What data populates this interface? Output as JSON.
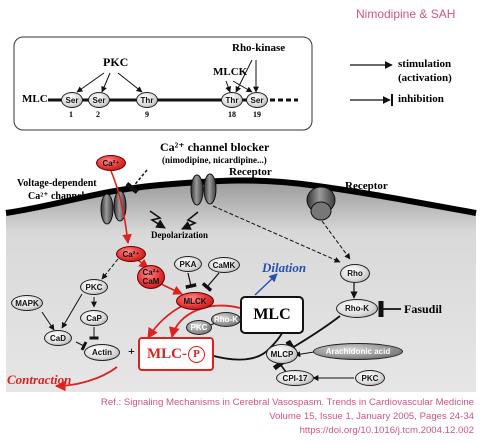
{
  "header_title": "Nimodipine & SAH",
  "legend": {
    "stimulation": "stimulation",
    "activation": "(activation)",
    "inhibition": "inhibition"
  },
  "phospho_panel": {
    "mlc": "MLC",
    "pkc": "PKC",
    "mlck": "MLCK",
    "rho_kinase": "Rho-kinase",
    "sites": [
      {
        "label": "Ser",
        "num": "1"
      },
      {
        "label": "Ser",
        "num": "2"
      },
      {
        "label": "Thr",
        "num": "9"
      },
      {
        "label": "Thr",
        "num": "18"
      },
      {
        "label": "Ser",
        "num": "19"
      }
    ]
  },
  "cell": {
    "ca_channel_blocker": "Ca²⁺ channel blocker",
    "blocker_examples": "(nimodipine, nicardipine...)",
    "vdcc_line1": "Voltage-dependent",
    "vdcc_line2": "Ca²⁺ channel",
    "receptor1": "Receptor",
    "receptor2": "Receptor",
    "depolarization": "Depolarization",
    "ca_outside": "Ca²⁺",
    "ca_inside": "Ca²⁺",
    "ca_cam": "Ca²⁺\nCaM",
    "mlck": "MLCK",
    "pka": "PKA",
    "camk": "CaMK",
    "pkc_left": "PKC",
    "mapk": "MAPK",
    "cap": "CaP",
    "cad": "CaD",
    "actin": "Actin",
    "plus": "+",
    "mlc_p_text": "MLC-",
    "p_circle": "P",
    "mlc": "MLC",
    "pkc_mid": "PKC",
    "rho_k_small": "Rho-K",
    "mlcp": "MLCP",
    "arachidonic": "Arachidonic acid",
    "cpi17": "CPI-17",
    "pkc_right": "PKC",
    "rho": "Rho",
    "rho_k": "Rho-K",
    "fasudil": "Fasudil",
    "dilation": "Dilation",
    "contraction": "Contraction"
  },
  "reference": {
    "line1": "Ref.: Signaling Mechanisms in Cerebral Vasospasm. Trends in Cardiovascular Medicine",
    "line2": "Volume 15, Issue 1, January 2005, Pages 24-34",
    "line3": "https://doi.org/10.1016/j.tcm.2004.12.002"
  },
  "colors": {
    "accent_pink": "#d0557e",
    "red": "#e02020",
    "blue": "#2a4fb0"
  }
}
